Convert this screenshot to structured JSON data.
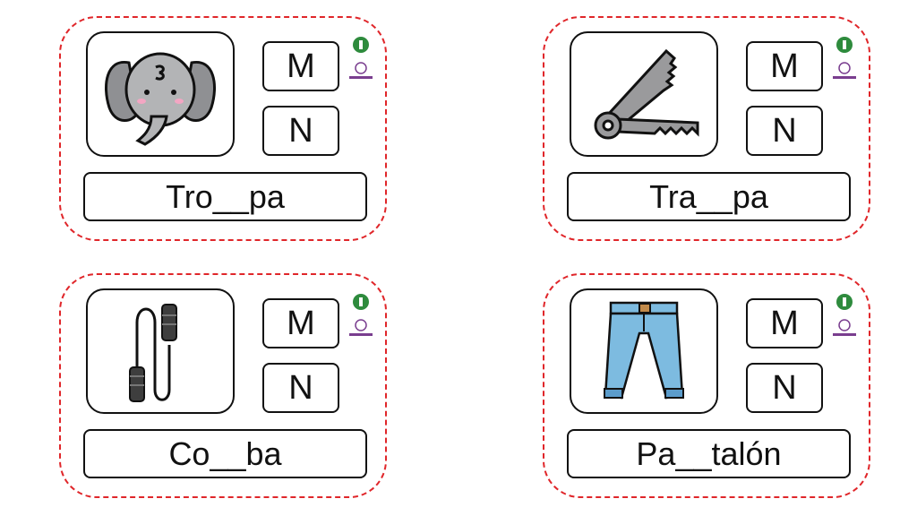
{
  "cards": [
    {
      "image": "elephant-icon",
      "options": [
        "M",
        "N"
      ],
      "word": "Tro__pa"
    },
    {
      "image": "tongs-icon",
      "options": [
        "M",
        "N"
      ],
      "word": "Tra__pa"
    },
    {
      "image": "jump-rope-icon",
      "options": [
        "M",
        "N"
      ],
      "word": "Co__ba"
    },
    {
      "image": "pants-icon",
      "options": [
        "M",
        "N"
      ],
      "word": "Pa__talón"
    }
  ],
  "colors": {
    "border": "#e0262a",
    "logo_green": "#2e8b3d",
    "logo_purple": "#7a3e8f"
  }
}
